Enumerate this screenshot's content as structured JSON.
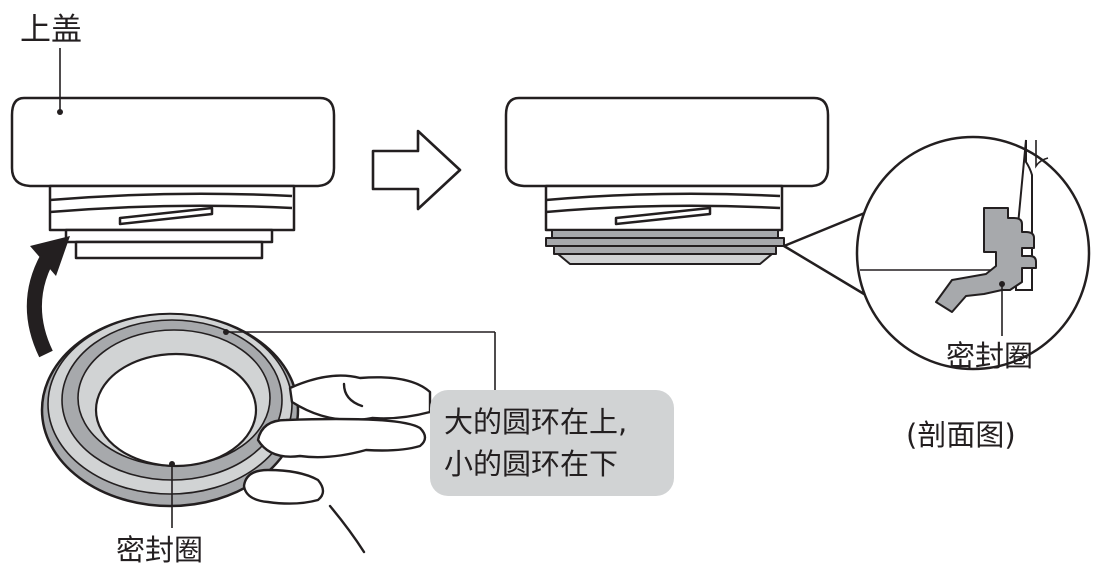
{
  "labels": {
    "top_lid": "上盖",
    "seal_ring_bottom": "密封圈",
    "seal_ring_detail": "密封圈",
    "instruction_line1": "大的圆环在上,",
    "instruction_line2": "小的圆环在下",
    "section_view": "(剖面图)"
  },
  "colors": {
    "line": "#231f20",
    "seal_gray": "#a7a9ac",
    "seal_light": "#d1d3d4",
    "callout_bg": "#d1d3d4",
    "arrow": "#231f20"
  }
}
